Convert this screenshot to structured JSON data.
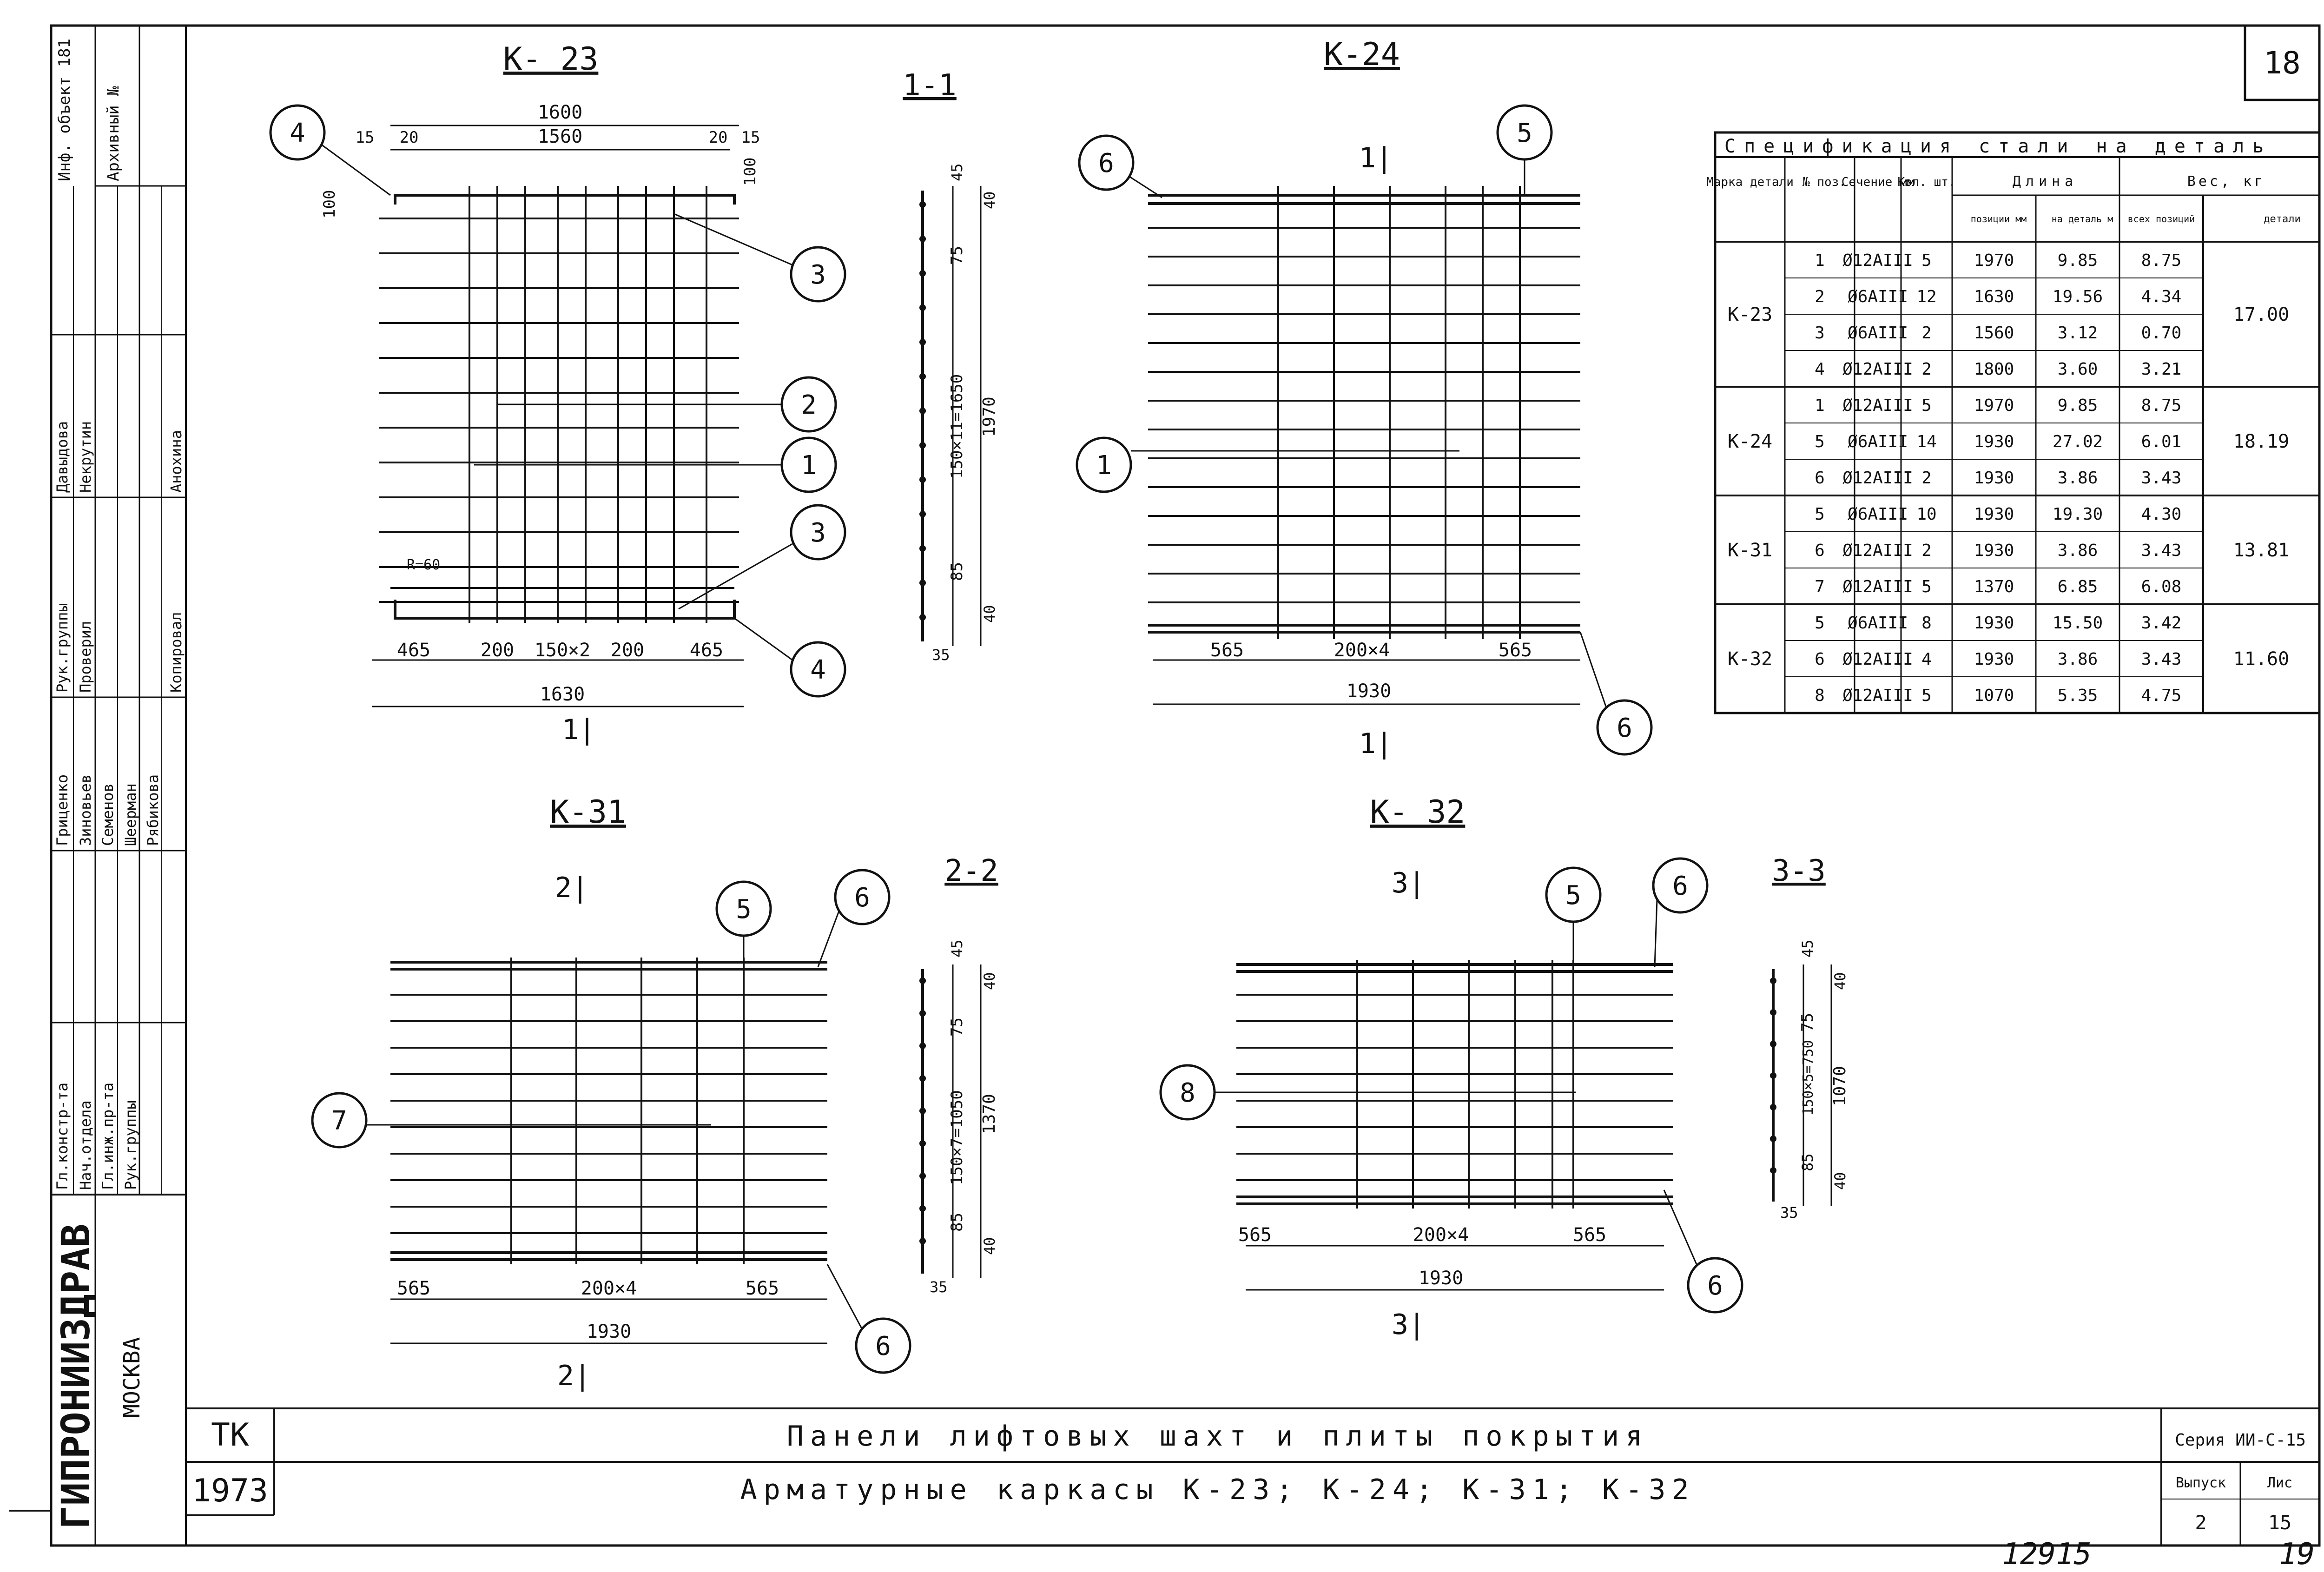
{
  "sheet_no": "18",
  "drawings": [
    {
      "title": "К- 23",
      "label": "1|",
      "section": "1-1",
      "dims_top": [
        "1600",
        "1560",
        "15",
        "20",
        "20",
        "15",
        "100",
        "100"
      ],
      "dims_bottom": [
        "465",
        "200",
        "150×2",
        "200",
        "465"
      ],
      "overall": "1630",
      "bend_note": "R=60",
      "callouts": [
        "4",
        "3",
        "2",
        "1",
        "3",
        "4"
      ]
    },
    {
      "title": "К-24",
      "label": "1|",
      "dims_bottom": [
        "565",
        "200×4",
        "565"
      ],
      "overall": "1930",
      "callouts": [
        "6",
        "5",
        "1",
        "6"
      ]
    },
    {
      "title": "К-31",
      "label": "2|",
      "section": "2-2",
      "dims_bottom": [
        "565",
        "200×4",
        "565"
      ],
      "overall": "1930",
      "callouts": [
        "5",
        "6",
        "7",
        "6"
      ]
    },
    {
      "title": "К- 32",
      "label": "3|",
      "section": "3-3",
      "dims_bottom": [
        "565",
        "200×4",
        "565"
      ],
      "overall": "1930",
      "callouts": [
        "5",
        "6",
        "8",
        "6"
      ]
    }
  ],
  "sections": [
    {
      "title": "1-1",
      "dims": [
        "45",
        "40",
        "75",
        "150×11=1650",
        "1970",
        "85",
        "40",
        "35"
      ]
    },
    {
      "title": "2-2",
      "dims": [
        "45",
        "40",
        "75",
        "150×7=1050",
        "1370",
        "85",
        "40",
        "35"
      ]
    },
    {
      "title": "3-3",
      "dims": [
        "45",
        "40",
        "75",
        "150×5=750",
        "1070",
        "85",
        "40",
        "35"
      ]
    }
  ],
  "spec": {
    "title": "Спецификация стали на деталь",
    "headers": [
      "Марка детали",
      "№ поз.",
      "Сечение мм",
      "Кол. шт.",
      "Длина",
      "позиции мм",
      "на деталь м",
      "Вес, кг",
      "всех позиций",
      "детали"
    ],
    "groups": [
      {
        "mark": "К-23",
        "total": "17.00",
        "rows": [
          [
            "1",
            "Ø12АIII",
            "5",
            "1970",
            "9.85",
            "8.75"
          ],
          [
            "2",
            "Ø6АIII",
            "12",
            "1630",
            "19.56",
            "4.34"
          ],
          [
            "3",
            "Ø6АIII",
            "2",
            "1560",
            "3.12",
            "0.70"
          ],
          [
            "4",
            "Ø12АIII",
            "2",
            "1800",
            "3.60",
            "3.21"
          ]
        ]
      },
      {
        "mark": "К-24",
        "total": "18.19",
        "rows": [
          [
            "1",
            "Ø12АIII",
            "5",
            "1970",
            "9.85",
            "8.75"
          ],
          [
            "5",
            "Ø6АIII",
            "14",
            "1930",
            "27.02",
            "6.01"
          ],
          [
            "6",
            "Ø12АIII",
            "2",
            "1930",
            "3.86",
            "3.43"
          ]
        ]
      },
      {
        "mark": "К-31",
        "total": "13.81",
        "rows": [
          [
            "5",
            "Ø6АIII",
            "10",
            "1930",
            "19.30",
            "4.30"
          ],
          [
            "6",
            "Ø12АIII",
            "2",
            "1930",
            "3.86",
            "3.43"
          ],
          [
            "7",
            "Ø12АIII",
            "5",
            "1370",
            "6.85",
            "6.08"
          ]
        ]
      },
      {
        "mark": "К-32",
        "total": "11.60",
        "rows": [
          [
            "5",
            "Ø6АIII",
            "8",
            "1930",
            "15.50",
            "3.42"
          ],
          [
            "6",
            "Ø12АIII",
            "4",
            "1930",
            "3.86",
            "3.43"
          ],
          [
            "8",
            "Ø12АIII",
            "5",
            "1070",
            "5.35",
            "4.75"
          ]
        ]
      }
    ]
  },
  "left_block": {
    "roles": [
      "Гл.констр-та",
      "Нач.отдела",
      "Гл.инж.пр-та",
      "Рук.группы",
      "Рук.группы",
      "Проверил",
      "Копировал"
    ],
    "names": [
      "Давыдова",
      "Некрутин",
      "Гриценко",
      "Зиновьев",
      "Семенов",
      "Шеерман",
      "Рябикова",
      "Анохина"
    ],
    "top": [
      "Инф. объект 181",
      "Архивный №"
    ],
    "org": "ГИПРОНИИЗДРАВ",
    "city": "МОСКВА"
  },
  "title_block": {
    "code": "ТК",
    "year": "1973",
    "line1": "Панели лифтовых шахт и плиты покрытия",
    "line2": "Арматурные каркасы К-23; К-24; К-31; К-32",
    "series": "Серия ИИ-С-15",
    "issue_label": "Выпуск",
    "issue": "2",
    "sheet_label": "Лис",
    "sheet": "15"
  },
  "footer": {
    "archive_no": "12915",
    "page": "19"
  }
}
